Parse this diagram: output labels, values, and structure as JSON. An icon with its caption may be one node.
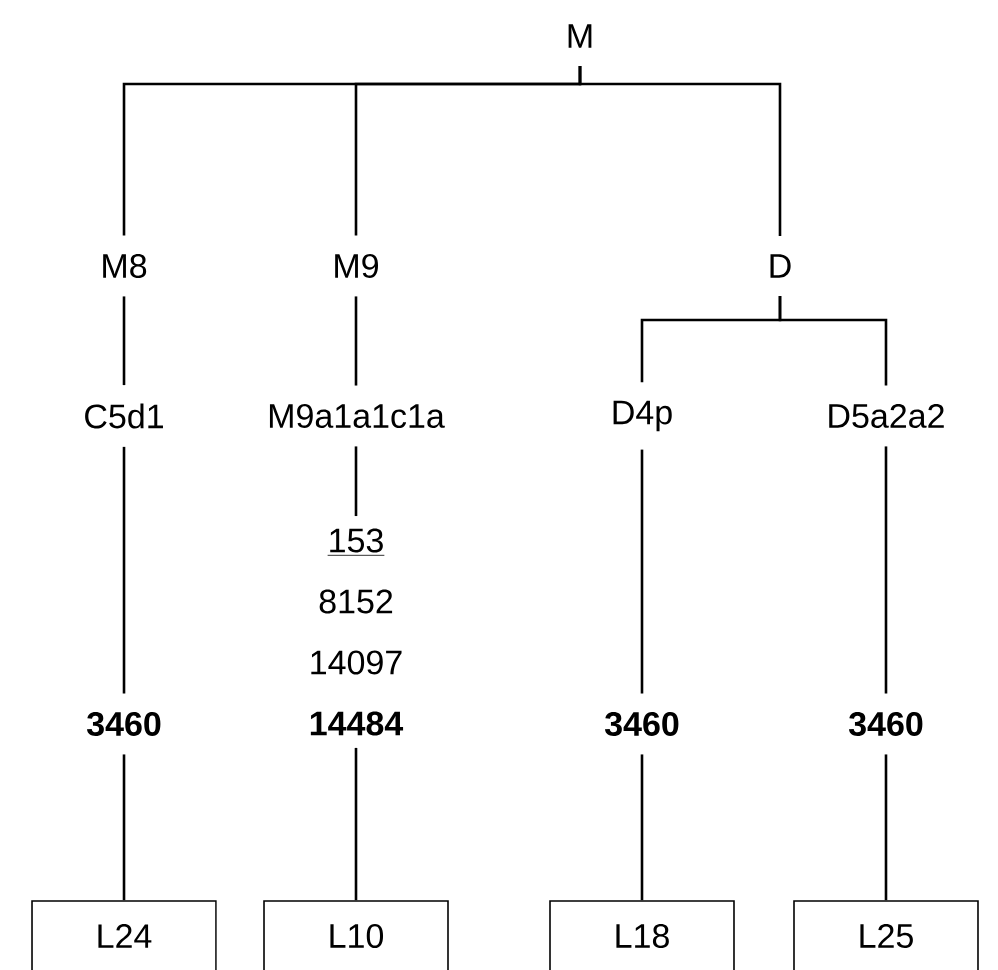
{
  "diagram": {
    "nodes": [
      {
        "text": [
          "M"
        ]
      },
      {
        "text": [
          "M8"
        ]
      },
      {
        "text": [
          "M9"
        ]
      },
      {
        "text": [
          "D"
        ]
      },
      {
        "text": [
          "C5d1"
        ]
      },
      {
        "text": [
          "M9a1a1c1a"
        ]
      },
      {
        "text": [
          "D4p"
        ]
      },
      {
        "text": [
          "D5a2a2"
        ]
      },
      {
        "text": [
          "153",
          "8152",
          "14097",
          "14484"
        ]
      },
      {
        "text": [
          "3460"
        ]
      },
      {
        "text": [
          "3460"
        ]
      },
      {
        "text": [
          "3460"
        ]
      },
      {
        "text": [
          "L24"
        ]
      },
      {
        "text": [
          "L10"
        ]
      },
      {
        "text": [
          "L18"
        ]
      },
      {
        "text": [
          "L25"
        ]
      }
    ],
    "edges": [
      {
        "from": 0,
        "to": 1,
        "arrow": "none"
      },
      {
        "from": 0,
        "to": 2,
        "arrow": "none"
      },
      {
        "from": 0,
        "to": 3,
        "arrow": "none"
      },
      {
        "from": 1,
        "to": 4,
        "arrow": "none"
      },
      {
        "from": 2,
        "to": 5,
        "arrow": "none"
      },
      {
        "from": 3,
        "to": 6,
        "arrow": "none"
      },
      {
        "from": 3,
        "to": 7,
        "arrow": "none"
      },
      {
        "from": 4,
        "to": 9,
        "arrow": "none"
      },
      {
        "from": 5,
        "to": 8,
        "arrow": "none"
      },
      {
        "from": 6,
        "to": 10,
        "arrow": "none"
      },
      {
        "from": 7,
        "to": 11,
        "arrow": "none"
      },
      {
        "from": 9,
        "to": 12,
        "arrow": "none"
      },
      {
        "from": 8,
        "to": 13,
        "arrow": "none"
      },
      {
        "from": 10,
        "to": 14,
        "arrow": "none"
      },
      {
        "from": 11,
        "to": 15,
        "arrow": "none"
      }
    ]
  }
}
